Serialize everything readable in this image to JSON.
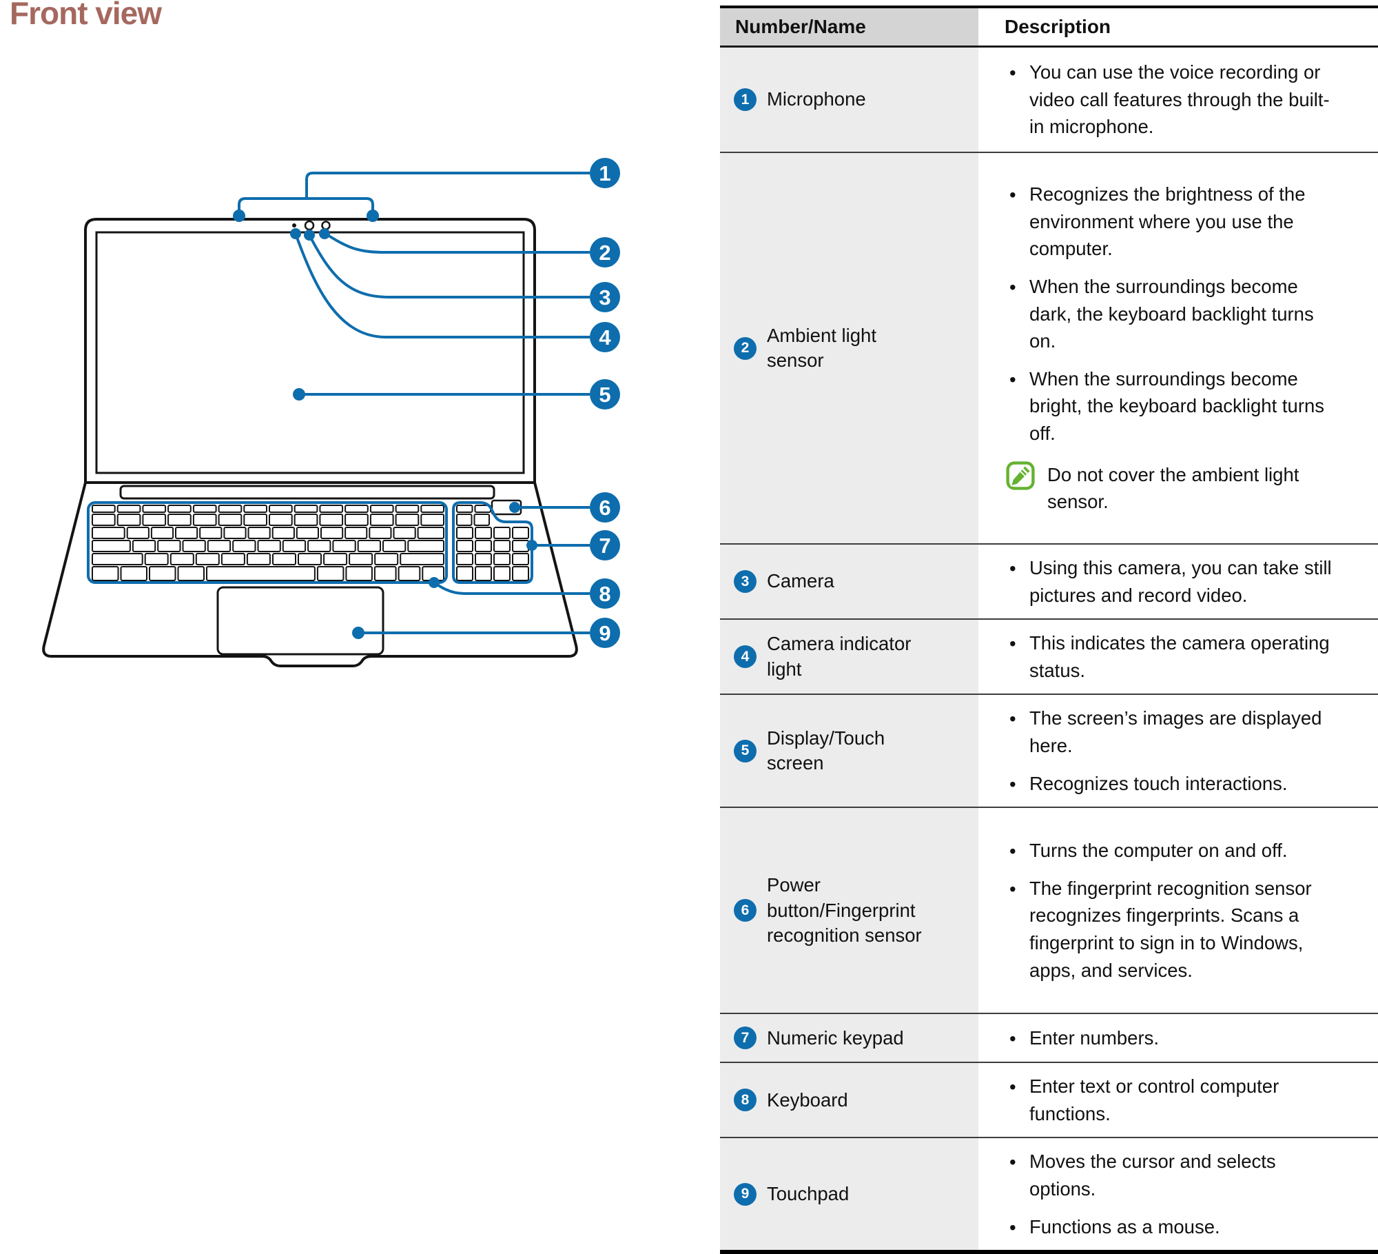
{
  "page": {
    "title": "Front view"
  },
  "colors": {
    "accent_blue": "#0e6dad",
    "title_color": "#a5685f",
    "note_green": "#65b230",
    "header_gray": "#d4d4d4",
    "name_cell_gray": "#ececec"
  },
  "icons": {
    "note": "pencil-note-icon"
  },
  "diagram": {
    "description": "laptop-front-view-line-drawing",
    "callouts": [
      "1",
      "2",
      "3",
      "4",
      "5",
      "6",
      "7",
      "8",
      "9"
    ]
  },
  "table": {
    "headers": {
      "number_name": "Number/Name",
      "description": "Description"
    },
    "rows": [
      {
        "num": "1",
        "name": "Microphone",
        "bullets": [
          "You can use the voice recording or video call features through the built-in microphone."
        ]
      },
      {
        "num": "2",
        "name": "Ambient light sensor",
        "bullets": [
          "Recognizes the brightness of the environment where you use the computer.",
          "When the surroundings become dark, the keyboard backlight turns on.",
          "When the surroundings become bright, the keyboard backlight turns off."
        ],
        "note": "Do not cover the ambient light sensor."
      },
      {
        "num": "3",
        "name": "Camera",
        "bullets": [
          "Using this camera, you can take still pictures and record video."
        ]
      },
      {
        "num": "4",
        "name": "Camera indicator light",
        "bullets": [
          "This indicates the camera operating status."
        ]
      },
      {
        "num": "5",
        "name": "Display/Touch screen",
        "bullets": [
          "The screen’s images are displayed here.",
          "Recognizes touch interactions."
        ]
      },
      {
        "num": "6",
        "name": "Power button/Fingerprint recognition sensor",
        "bullets": [
          "Turns the computer on and off.",
          "The fingerprint recognition sensor recognizes fingerprints. Scans a fingerprint to sign in to Windows, apps, and services."
        ]
      },
      {
        "num": "7",
        "name": "Numeric keypad",
        "bullets": [
          "Enter numbers."
        ]
      },
      {
        "num": "8",
        "name": "Keyboard",
        "bullets": [
          "Enter text or control computer functions."
        ]
      },
      {
        "num": "9",
        "name": "Touchpad",
        "bullets": [
          "Moves the cursor and selects options.",
          "Functions as a mouse."
        ]
      }
    ]
  }
}
